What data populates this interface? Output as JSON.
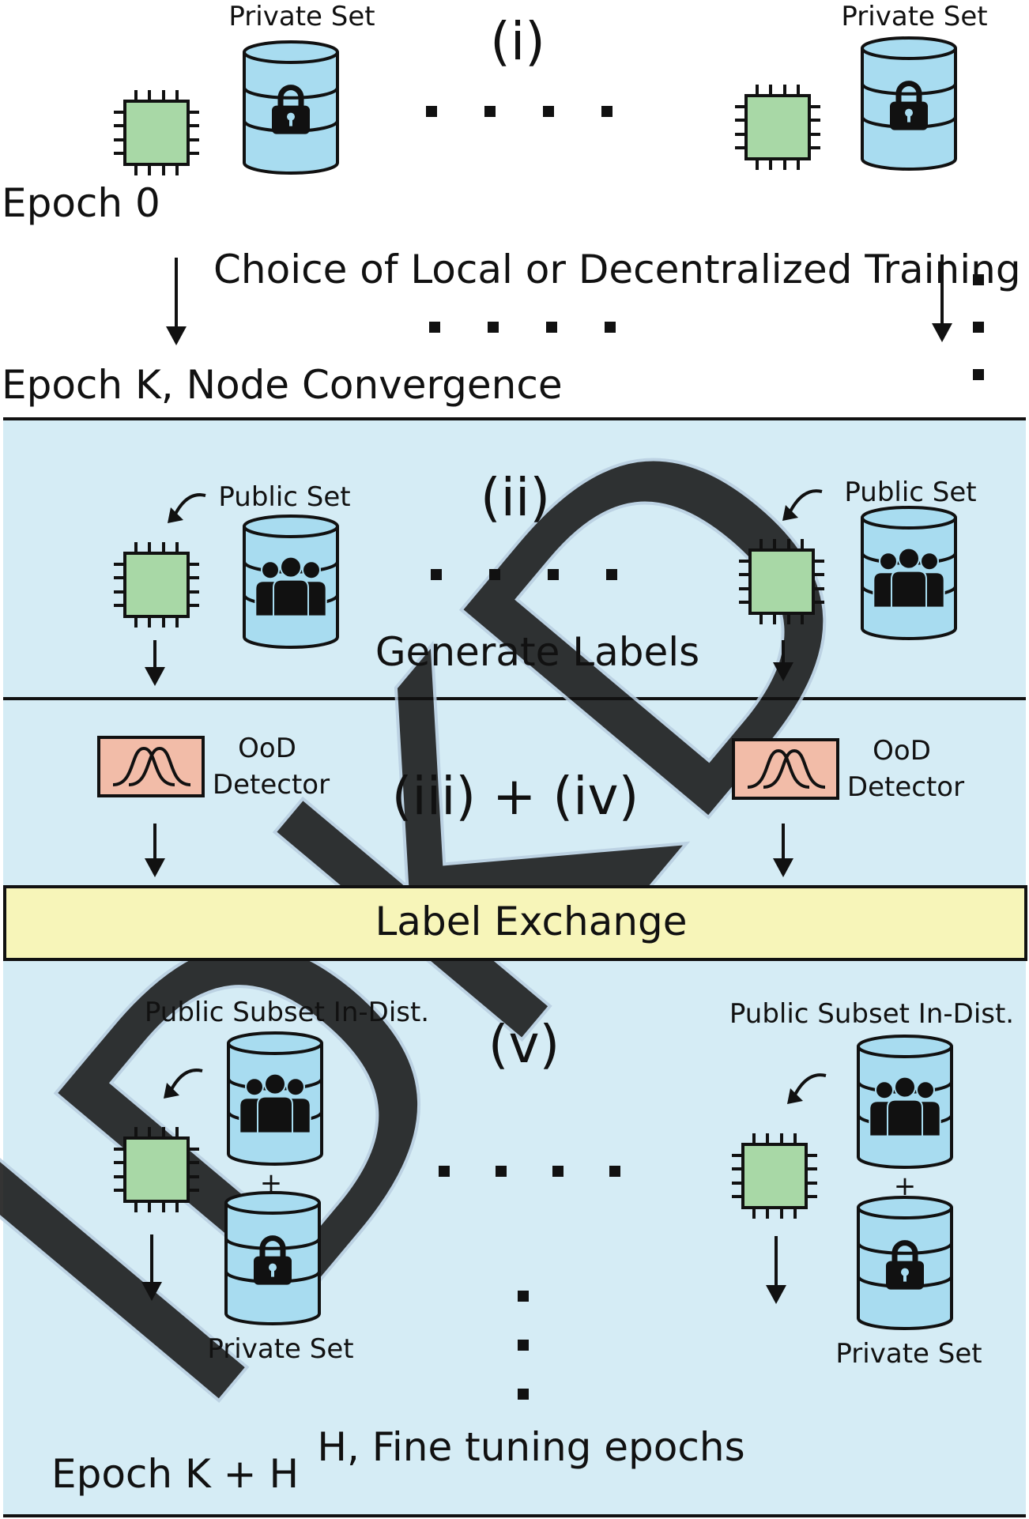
{
  "colors": {
    "panel_fill": "#d5ecf5",
    "chip_fill": "#a8d8a6",
    "db_fill": "#a8dcf0",
    "ood_fill": "#f2bca8",
    "label_exchange_fill": "#f7f5b9",
    "watermark": "#b8cee0",
    "ink": "#111111"
  },
  "icons": [
    "chip-icon",
    "database-lock-icon",
    "database-people-icon",
    "gaussian-curves-icon",
    "arrow-down-icon",
    "curved-arrow-icon",
    "ellipsis-dots"
  ],
  "watermark": "IDKD",
  "stage1": {
    "step": "(i)",
    "private_set_left": "Private Set",
    "private_set_right": "Private Set",
    "epoch_start": "Epoch 0",
    "training_choice": "Choice of Local or Decentralized Training",
    "epoch_convergence": "Epoch K, Node Convergence"
  },
  "stage2": {
    "step": "(ii)",
    "public_set_left": "Public Set",
    "public_set_right": "Public Set",
    "caption": "Generate Labels"
  },
  "stage3": {
    "step": "(iii) + (iv)",
    "ood_left_line1": "OoD",
    "ood_left_line2": "Detector",
    "ood_right_line1": "OoD",
    "ood_right_line2": "Detector"
  },
  "label_exchange": "Label Exchange",
  "stage5": {
    "step": "(v)",
    "subset_left": "Public Subset In-Dist.",
    "subset_right": "Public Subset In-Dist.",
    "plus_left": "+",
    "plus_right": "+",
    "private_left": "Private Set",
    "private_right": "Private Set",
    "fine_tuning": "H, Fine tuning epochs",
    "epoch_final": "Epoch K + H"
  }
}
